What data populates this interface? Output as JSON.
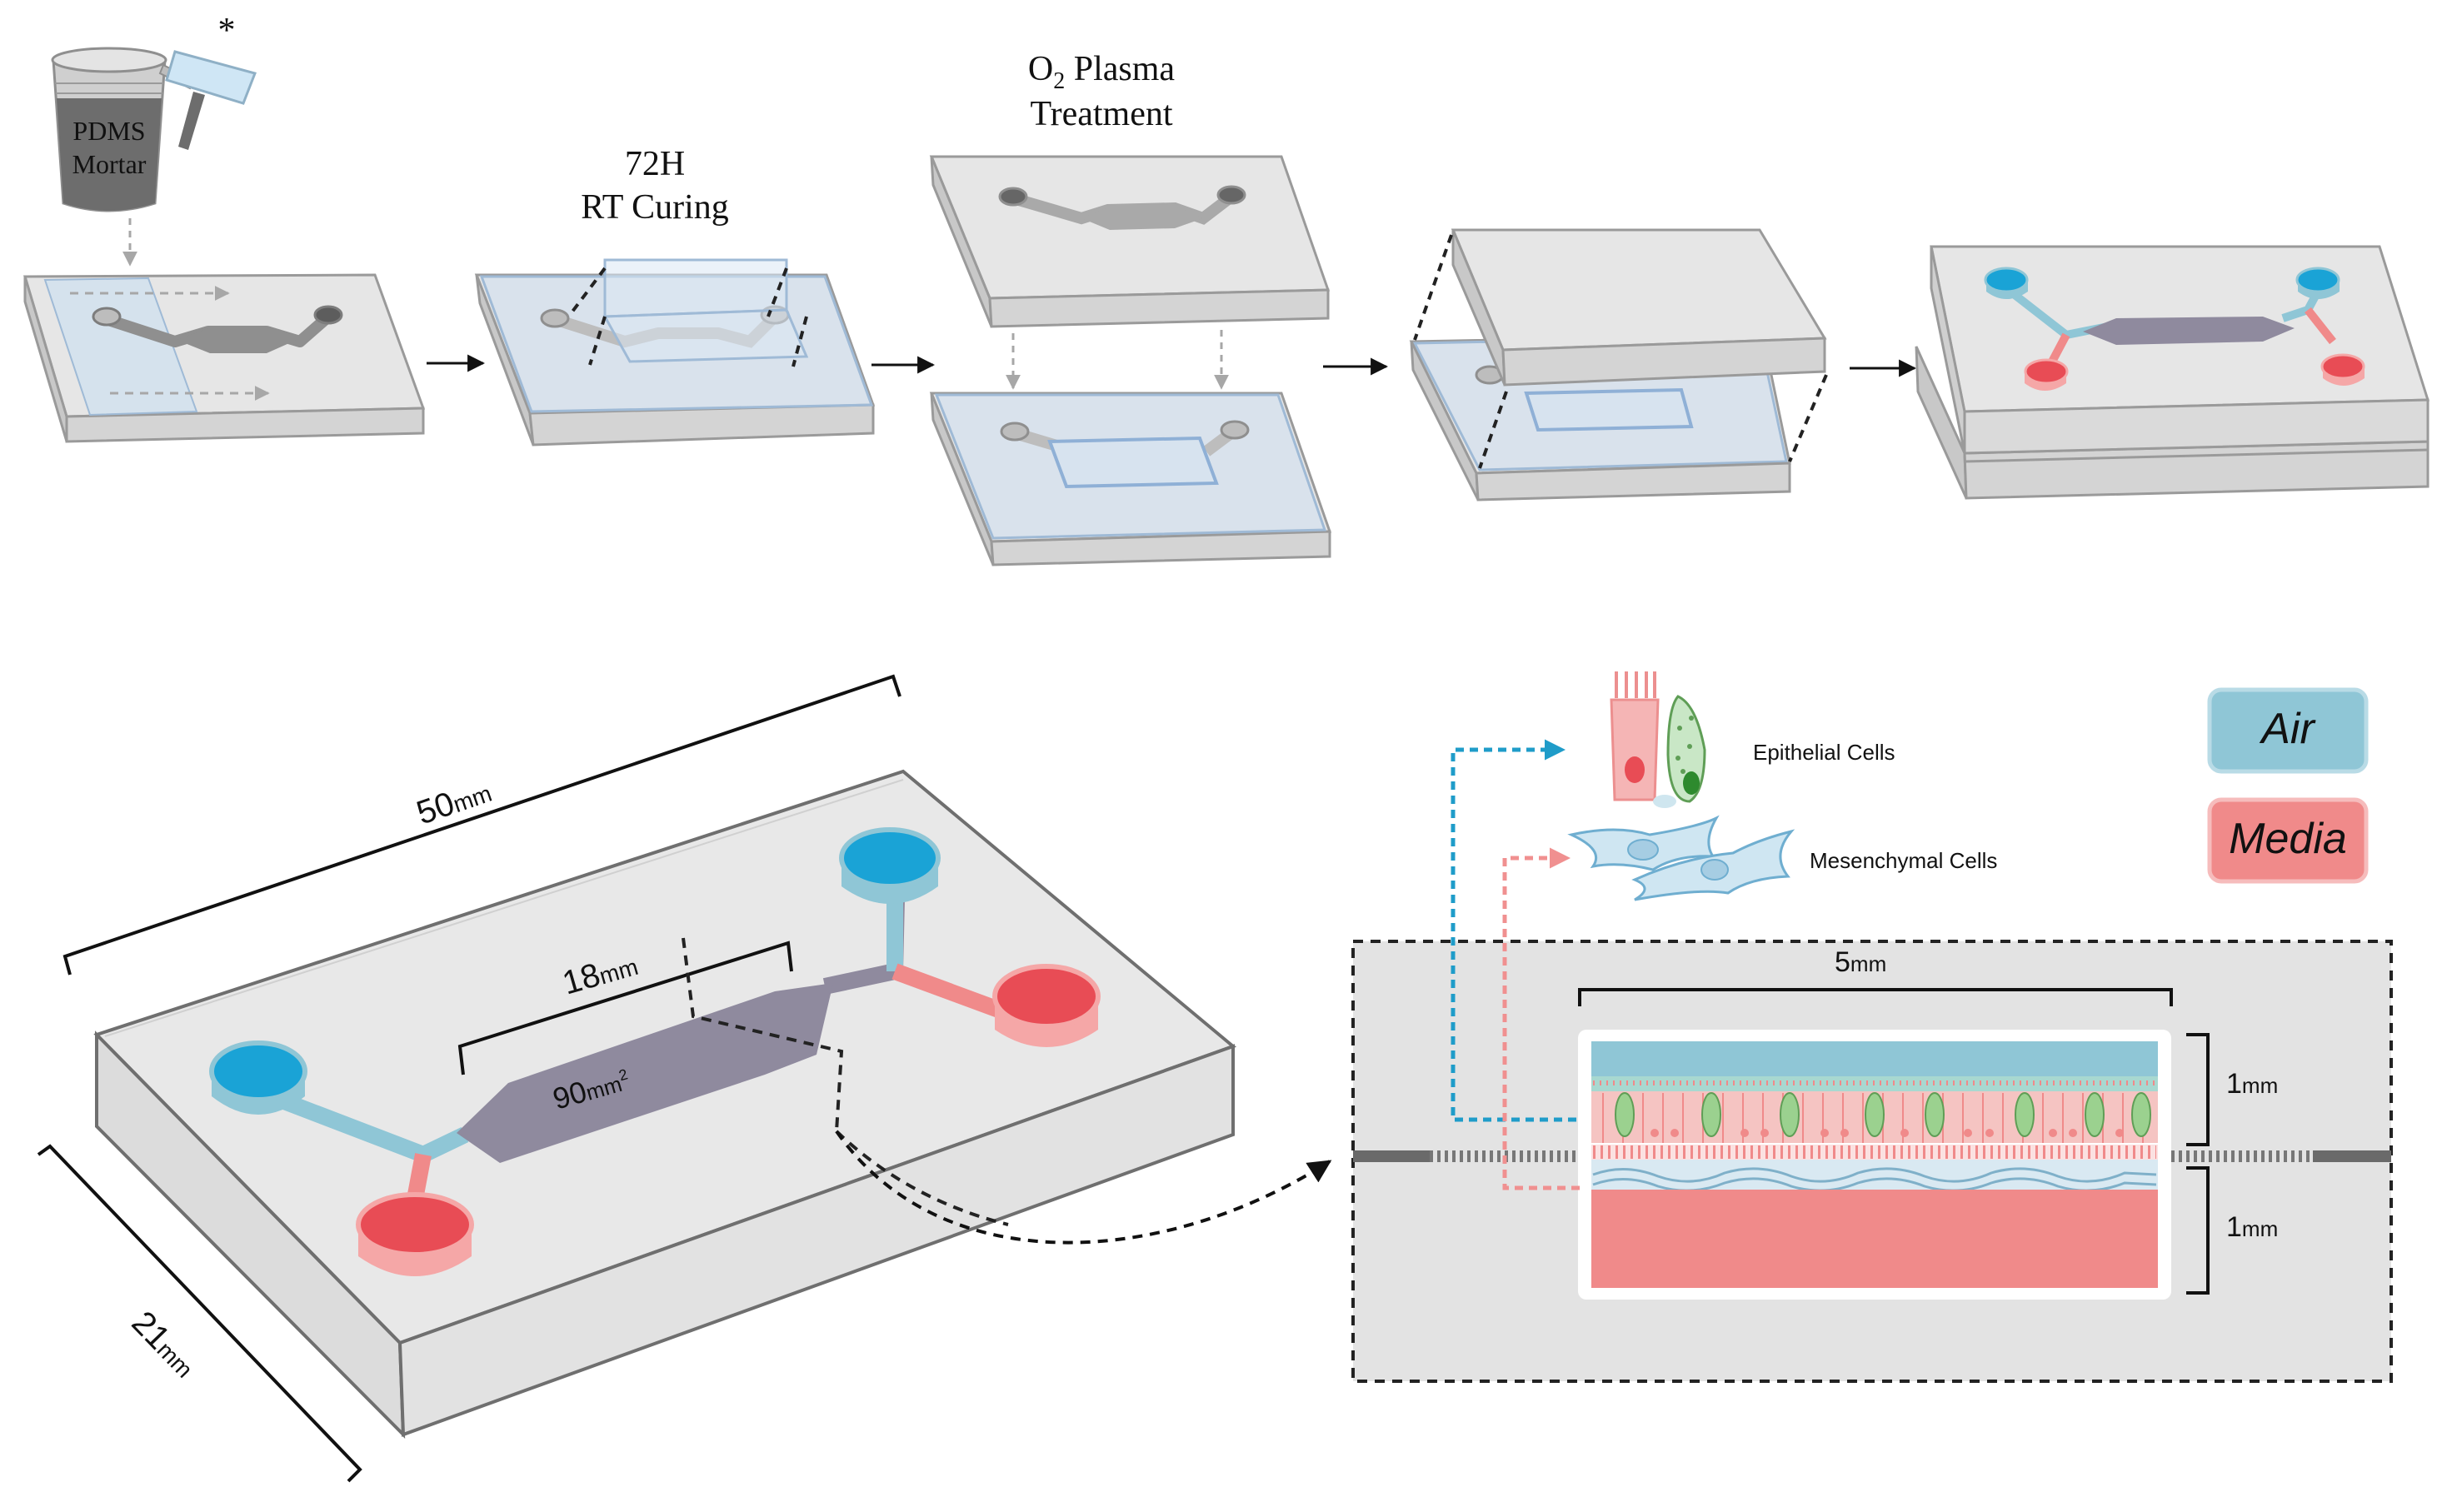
{
  "fabrication": {
    "asterisk": "*",
    "cup_label_line1": "PDMS",
    "cup_label_line2": "Mortar",
    "curing_line1": "72H",
    "curing_line2": "RT Curing",
    "plasma_line1_prefix": "O",
    "plasma_line1_sub": "2",
    "plasma_line1_suffix": " Plasma",
    "plasma_line2": "Treatment"
  },
  "device": {
    "length_label": "50",
    "length_unit": "mm",
    "width_label": "21",
    "width_unit": "mm",
    "channel_length_label": "18",
    "channel_length_unit": "mm",
    "area_label": "90",
    "area_unit": "mm",
    "area_exp": "2"
  },
  "crosssection": {
    "width_label": "5",
    "width_unit": "mm",
    "top_height_label": "1",
    "top_height_unit": "mm",
    "bottom_height_label": "1",
    "bottom_height_unit": "mm",
    "epithelial_label": "Epithelial Cells",
    "mesenchymal_label": "Mesenchymal Cells"
  },
  "legend": {
    "air_label": "Air",
    "media_label": "Media"
  },
  "colors": {
    "air": "#8fc6d6",
    "air_port": "#1aa3d6",
    "media": "#f08a8a",
    "media_port": "#e84c55",
    "channel": "#8f8a9e",
    "chip_top": "#e6e6e6",
    "chip_side": "#cfcfcf",
    "membrane": "#c9dced",
    "panel": "#e3e3e3"
  }
}
